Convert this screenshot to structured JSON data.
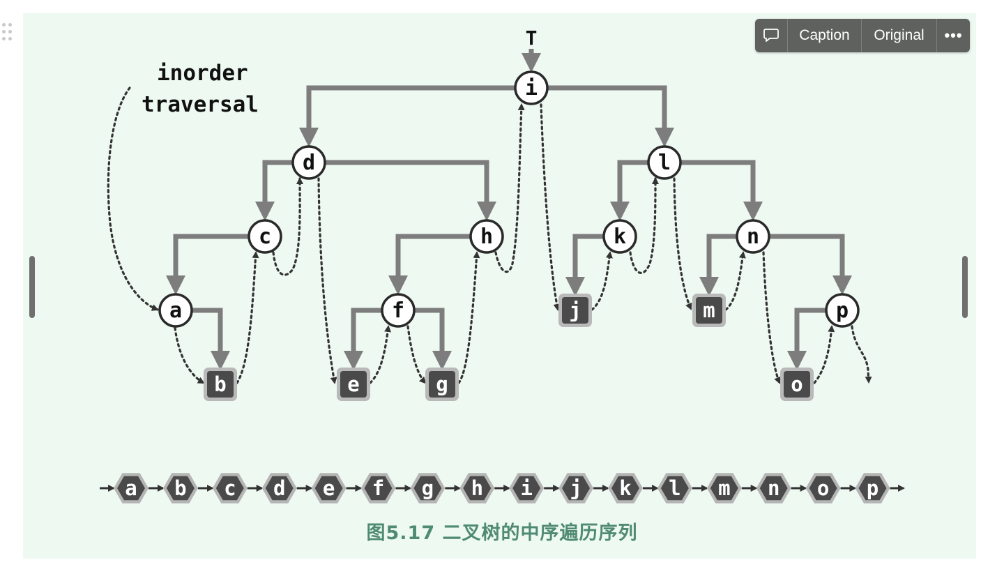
{
  "toolbar": {
    "comment_icon": "speech-bubble-icon",
    "caption_label": "Caption",
    "original_label": "Original",
    "more_icon": "more-dots-icon"
  },
  "colors": {
    "figure_background": "#eef9f2",
    "edge": "#7d7d7d",
    "leaf_fill": "#4a4a4a",
    "caption": "#4f8a72"
  },
  "diagram": {
    "root_pointer_label": "T",
    "annotation_lines": [
      "inorder",
      "traversal"
    ],
    "nodes": [
      {
        "id": "i",
        "label": "i",
        "kind": "internal"
      },
      {
        "id": "d",
        "label": "d",
        "kind": "internal"
      },
      {
        "id": "l",
        "label": "l",
        "kind": "internal"
      },
      {
        "id": "c",
        "label": "c",
        "kind": "internal"
      },
      {
        "id": "h",
        "label": "h",
        "kind": "internal"
      },
      {
        "id": "k",
        "label": "k",
        "kind": "internal"
      },
      {
        "id": "n",
        "label": "n",
        "kind": "internal"
      },
      {
        "id": "a",
        "label": "a",
        "kind": "internal"
      },
      {
        "id": "f",
        "label": "f",
        "kind": "internal"
      },
      {
        "id": "p",
        "label": "p",
        "kind": "internal"
      },
      {
        "id": "b",
        "label": "b",
        "kind": "leaf"
      },
      {
        "id": "e",
        "label": "e",
        "kind": "leaf"
      },
      {
        "id": "g",
        "label": "g",
        "kind": "leaf"
      },
      {
        "id": "j",
        "label": "j",
        "kind": "leaf"
      },
      {
        "id": "m",
        "label": "m",
        "kind": "leaf"
      },
      {
        "id": "o",
        "label": "o",
        "kind": "leaf"
      }
    ],
    "edges": [
      {
        "from": "i",
        "to": "d"
      },
      {
        "from": "i",
        "to": "l"
      },
      {
        "from": "d",
        "to": "c"
      },
      {
        "from": "d",
        "to": "h"
      },
      {
        "from": "c",
        "to": "a"
      },
      {
        "from": "a",
        "to": "b"
      },
      {
        "from": "h",
        "to": "f"
      },
      {
        "from": "f",
        "to": "e"
      },
      {
        "from": "f",
        "to": "g"
      },
      {
        "from": "l",
        "to": "k"
      },
      {
        "from": "l",
        "to": "n"
      },
      {
        "from": "k",
        "to": "j"
      },
      {
        "from": "n",
        "to": "m"
      },
      {
        "from": "n",
        "to": "p"
      },
      {
        "from": "p",
        "to": "o"
      }
    ],
    "inorder_sequence": [
      "a",
      "b",
      "c",
      "d",
      "e",
      "f",
      "g",
      "h",
      "i",
      "j",
      "k",
      "l",
      "m",
      "n",
      "o",
      "p"
    ]
  },
  "caption": "图5.17  二叉树的中序遍历序列"
}
